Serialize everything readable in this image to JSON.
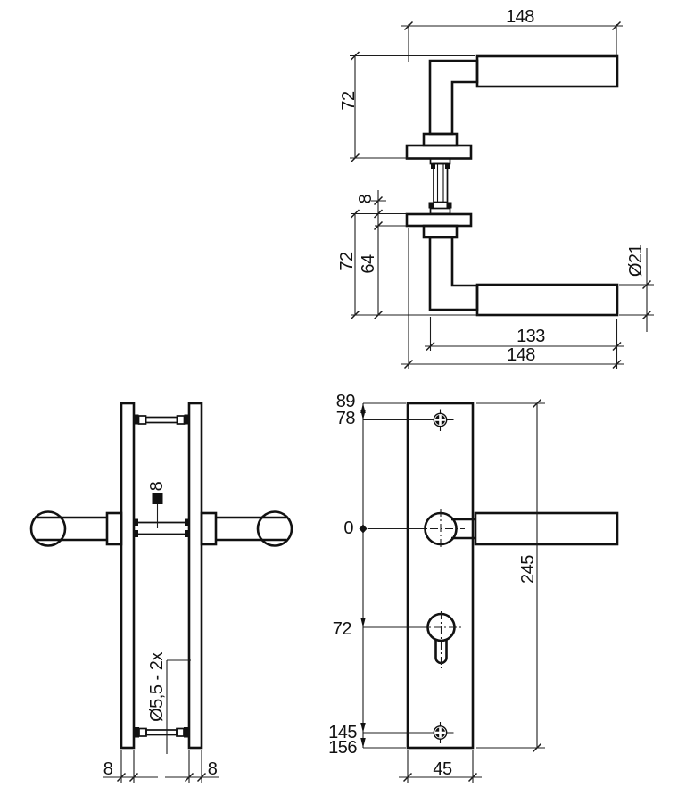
{
  "views": {
    "handle_side": {
      "label": "handle-pair-side-view",
      "dims": {
        "total_length_top": "148",
        "upper_height": "72",
        "spindle_offset": "8",
        "lower_height": "72",
        "inner_height": "64",
        "grip_diameter": "Ø21",
        "grip_length": "133",
        "total_length_bottom": "148"
      }
    },
    "plate_edge": {
      "label": "backplate-edge-view",
      "dims": {
        "spindle_square": "8",
        "screw_holes": "Ø5,5 - 2x",
        "left_plate_thickness": "8",
        "right_plate_thickness": "8"
      }
    },
    "plate_front": {
      "label": "backplate-front-view",
      "ordinates": {
        "plate_top": "89",
        "top_screw": "78",
        "handle_center": "0",
        "cylinder": "72",
        "bottom_screw": "145",
        "plate_bottom": "156"
      },
      "dims": {
        "plate_height": "245",
        "plate_width": "45"
      }
    }
  },
  "colors": {
    "line": "#111111",
    "background": "#ffffff"
  }
}
